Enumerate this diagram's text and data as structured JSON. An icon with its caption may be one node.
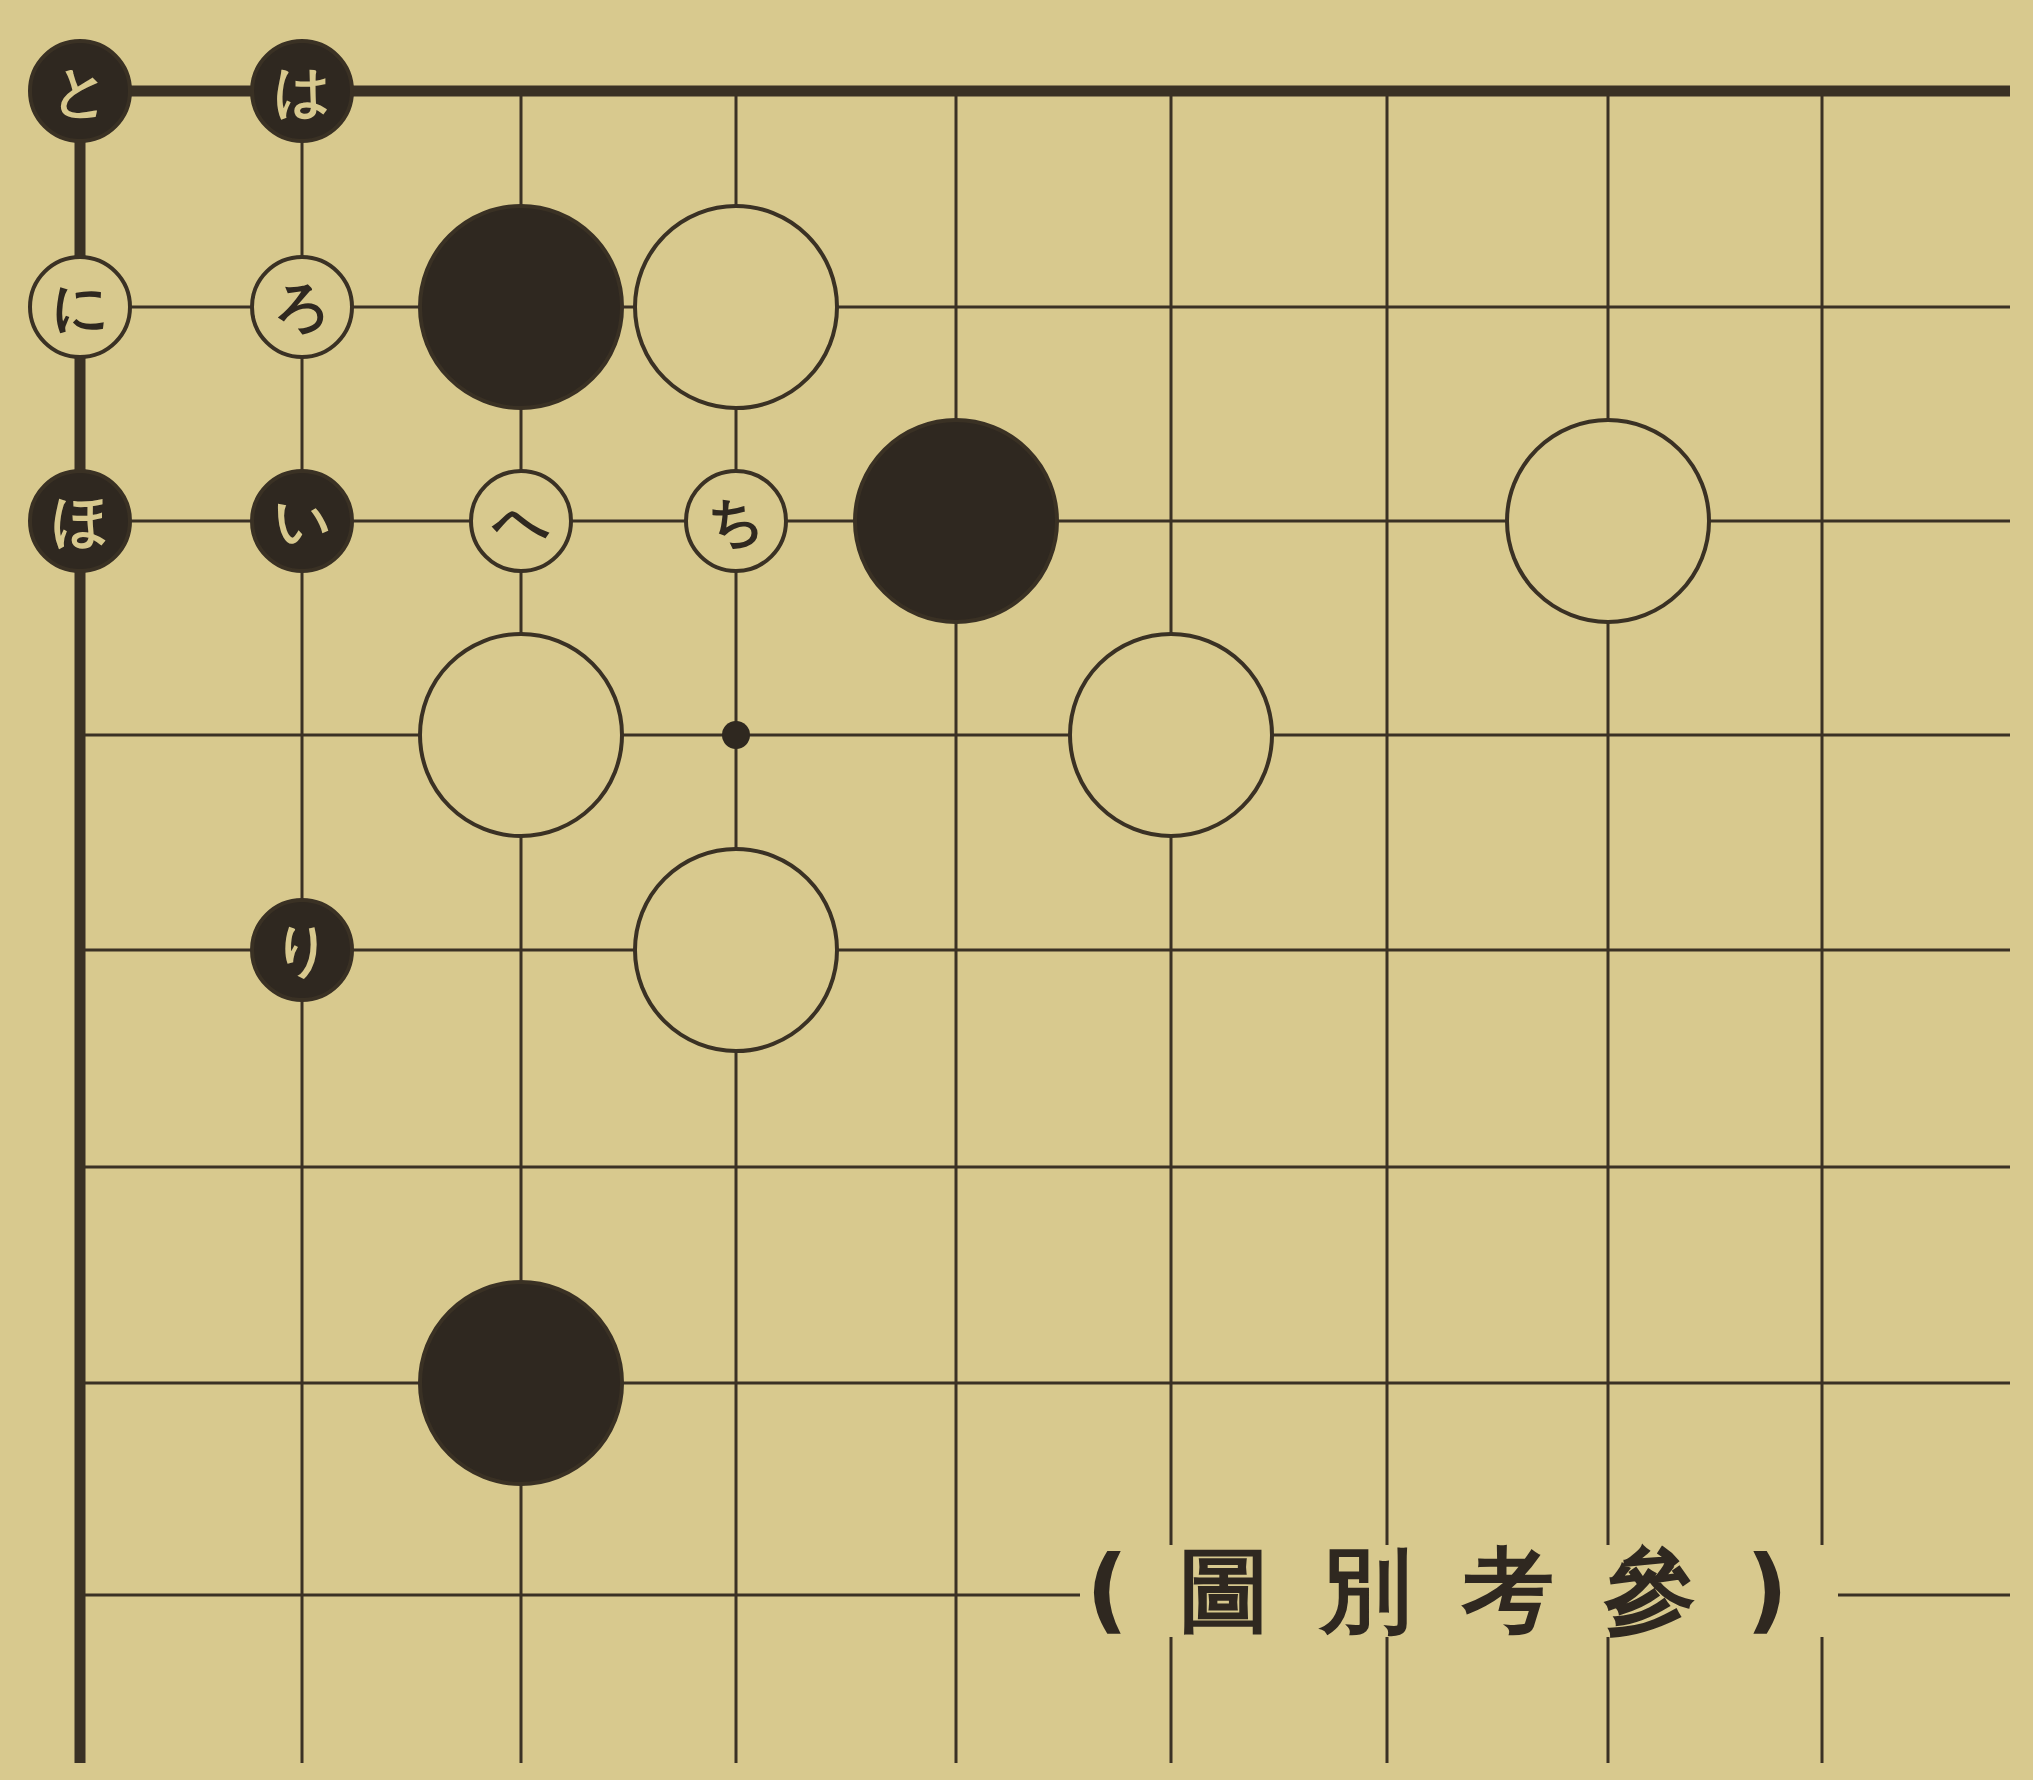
{
  "diagram": {
    "nodes": [
      {
        "text": [
          "と"
        ]
      },
      {
        "text": [
          "は"
        ]
      },
      {
        "text": [
          "に"
        ]
      },
      {
        "text": [
          "ろ"
        ]
      },
      {
        "text": [],
        "shape": "circle"
      },
      {
        "text": [],
        "shape": "circle"
      },
      {
        "text": [
          "ほ"
        ]
      },
      {
        "text": [
          "い"
        ]
      },
      {
        "text": [
          "へ"
        ]
      },
      {
        "text": [
          "ち"
        ]
      },
      {
        "text": [],
        "shape": "circle"
      },
      {
        "text": [],
        "shape": "circle"
      },
      {
        "text": [],
        "shape": "circle"
      },
      {
        "text": [],
        "shape": "circle"
      },
      {
        "text": [
          "り"
        ]
      },
      {
        "text": [],
        "shape": "circle"
      },
      {
        "text": [],
        "shape": "circle"
      }
    ],
    "labels": [
      "(圖別考參)"
    ]
  }
}
